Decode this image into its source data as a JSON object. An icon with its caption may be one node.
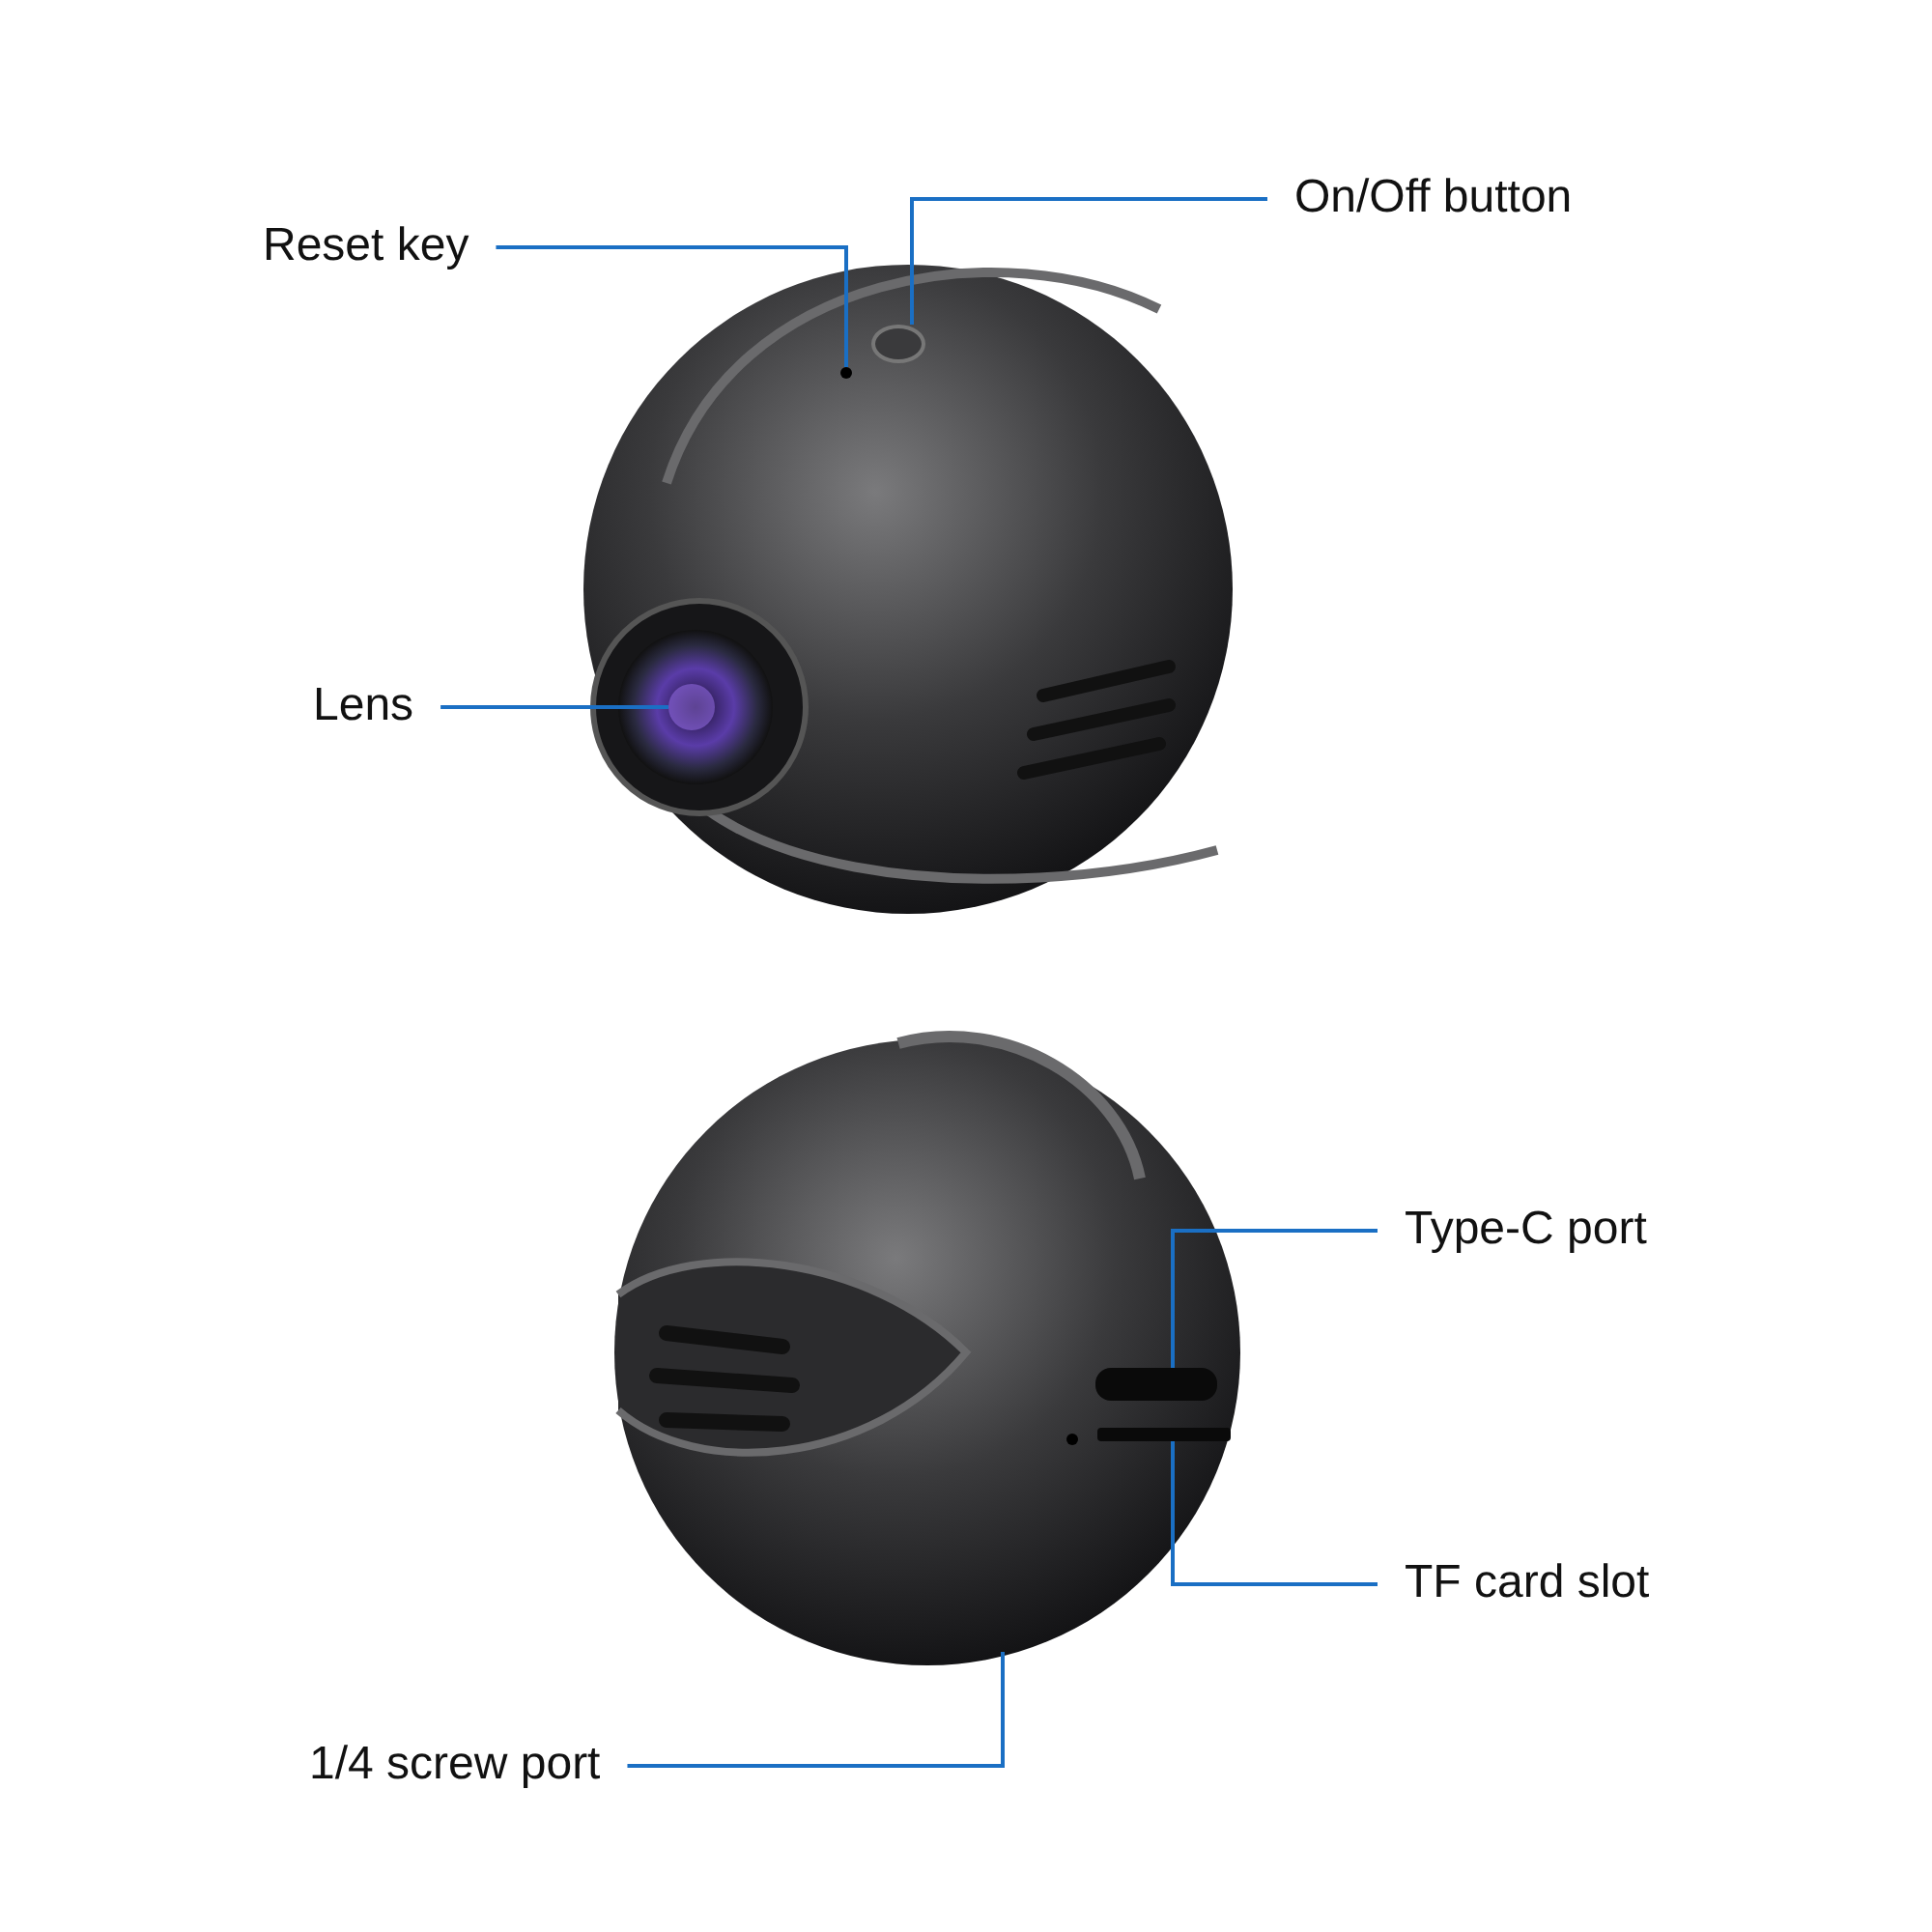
{
  "diagram": {
    "nodes": [
      {
        "text": [
          "Reset key"
        ]
      },
      {
        "text": [],
        "shape": "circle"
      },
      {
        "text": [
          "On/Off button"
        ]
      },
      {
        "text": [],
        "shape": "circle"
      },
      {
        "text": [
          "Lens"
        ]
      },
      {
        "text": [],
        "shape": "circle"
      },
      {
        "text": [
          "Type-C port"
        ]
      },
      {
        "text": [],
        "shape": "box"
      },
      {
        "text": [
          "TF card slot"
        ]
      },
      {
        "text": [],
        "shape": "bar"
      },
      {
        "text": [
          "1/4 screw port"
        ]
      }
    ],
    "edges": [
      {
        "from": 0,
        "to": 1,
        "arrow": "none"
      },
      {
        "from": 2,
        "to": 3,
        "arrow": "none"
      },
      {
        "from": 4,
        "to": 5,
        "arrow": "none"
      },
      {
        "from": 6,
        "to": 7,
        "arrow": "none"
      },
      {
        "from": 8,
        "to": 9,
        "arrow": "none"
      },
      {
        "from": 10,
        "to": null,
        "arrow": "none"
      }
    ]
  }
}
